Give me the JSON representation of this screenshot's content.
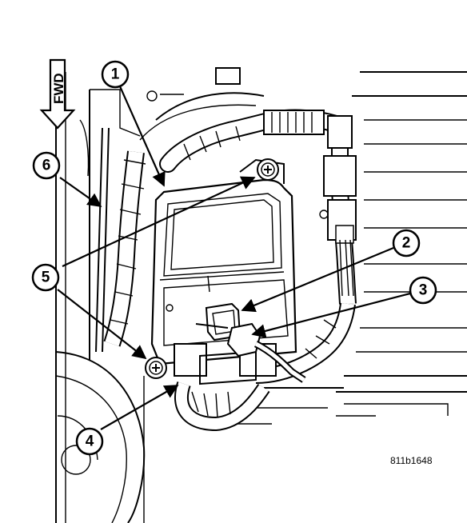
{
  "orientation": {
    "label": "FWD",
    "arrow_direction": "down"
  },
  "drawing_code": "811b1648",
  "callouts": [
    "1",
    "2",
    "3",
    "4",
    "5",
    "6"
  ],
  "colors": {
    "line": "#000000",
    "background": "#ffffff"
  }
}
